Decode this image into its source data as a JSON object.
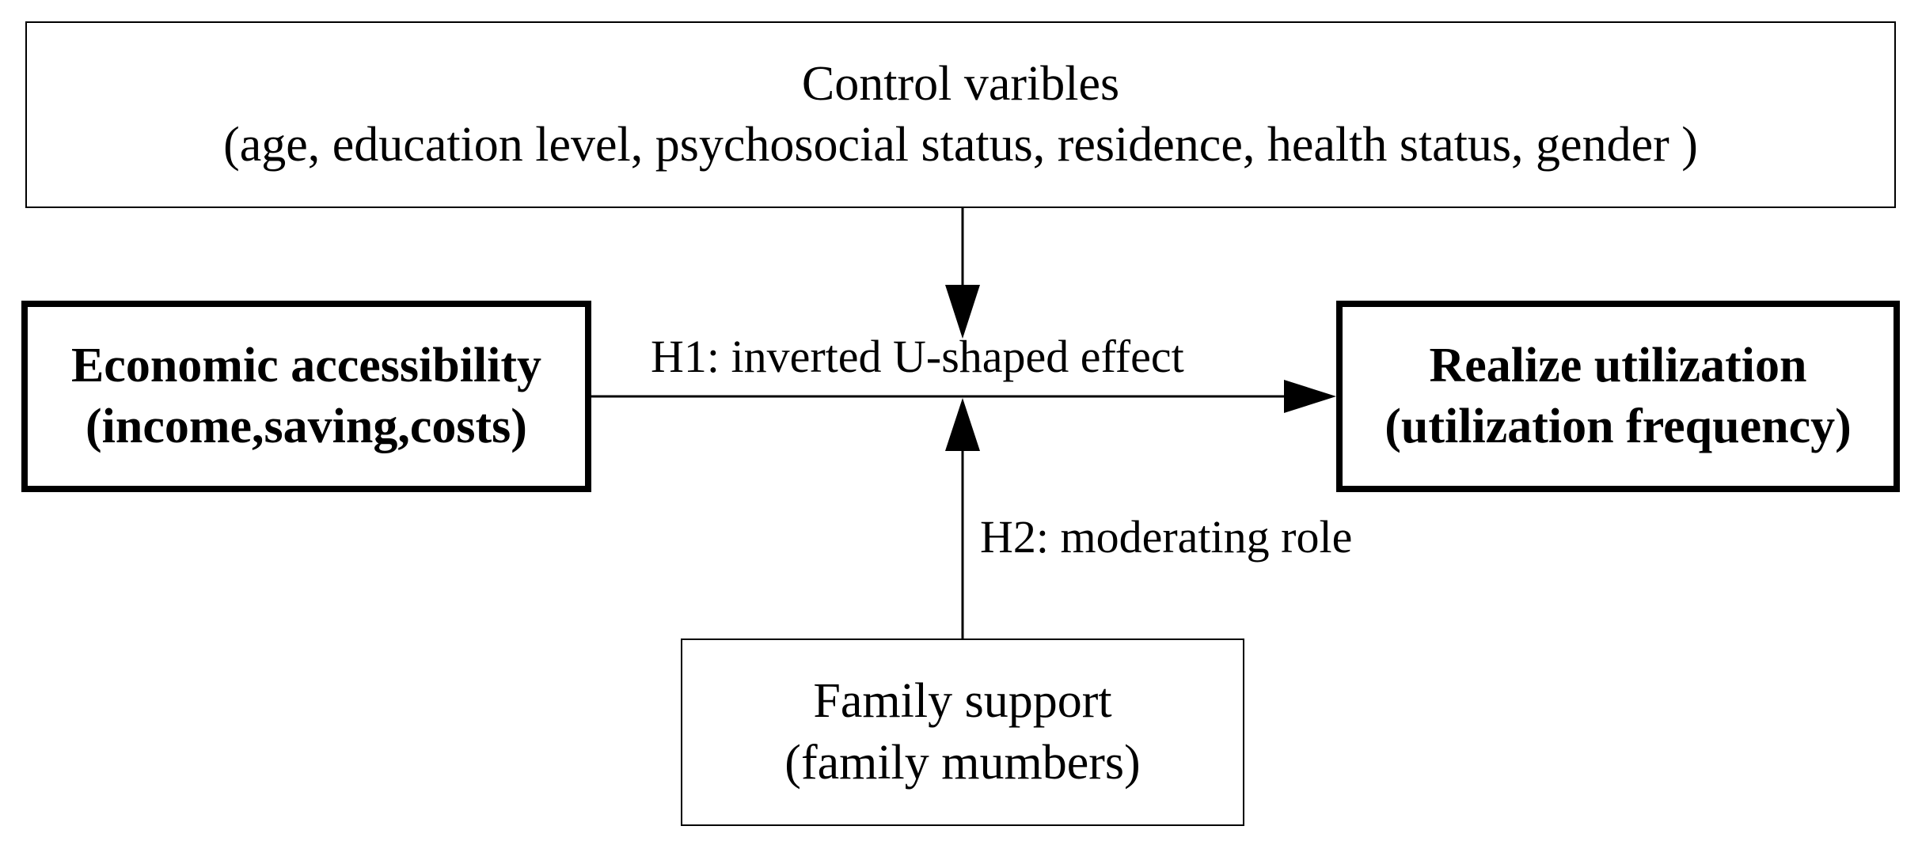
{
  "control_variables": {
    "title": "Control varibles",
    "detail": "(age, education level, psychosocial status, residence,  health status, gender )"
  },
  "economic_accessibility": {
    "title": "Economic accessibility",
    "detail": "(income,saving,costs)"
  },
  "realize_utilization": {
    "title": "Realize utilization",
    "detail": "(utilization frequency)"
  },
  "family_support": {
    "title": "Family support",
    "detail": "(family mumbers)"
  },
  "hypotheses": {
    "h1": "H1: inverted U-shaped effect",
    "h2": "H2: moderating role"
  },
  "colors": {
    "stroke": "#000000",
    "background": "#ffffff"
  }
}
